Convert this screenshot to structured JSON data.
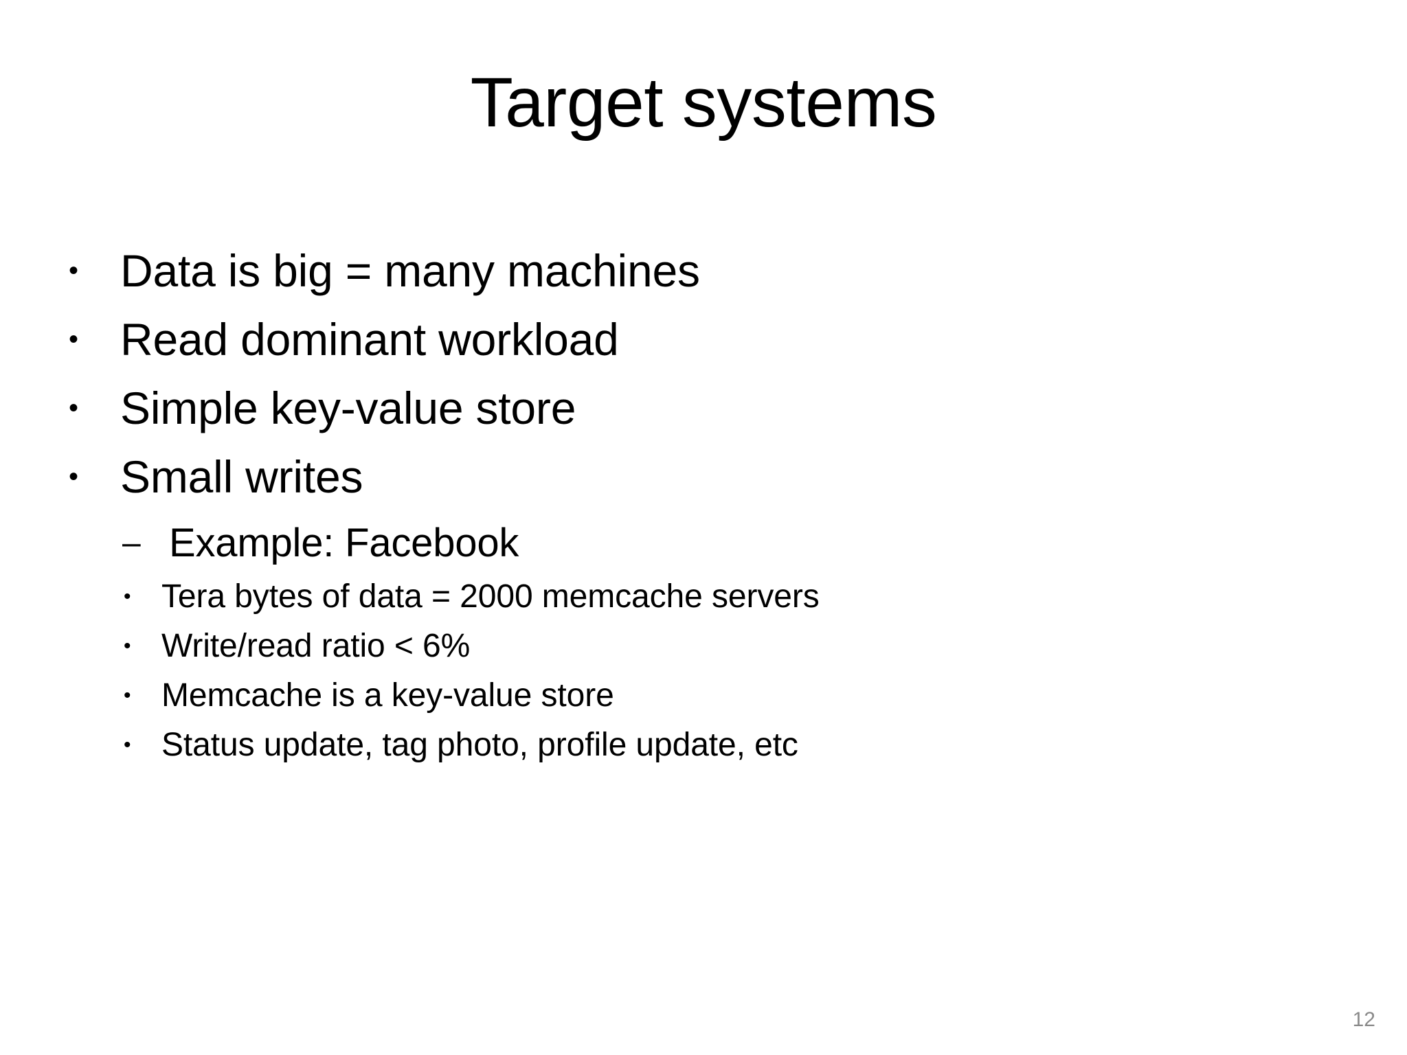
{
  "slide": {
    "title": "Target systems",
    "page_number": "12",
    "background_color": "#ffffff",
    "text_color": "#000000",
    "page_number_color": "#8a8a8a",
    "level1_marker": "•",
    "level2_marker": "–",
    "level3_marker": "•",
    "bullets": [
      {
        "text": "Data is big = many machines"
      },
      {
        "text": "Read dominant workload"
      },
      {
        "text": "Simple key-value store"
      },
      {
        "text": "Small writes"
      }
    ],
    "sub_bullets": [
      {
        "text": "Example: Facebook"
      }
    ],
    "sub_sub_bullets": [
      {
        "text": "Tera bytes of data = 2000 memcache servers"
      },
      {
        "text": "Write/read ratio < 6%"
      },
      {
        "text": "Memcache is a key-value store"
      },
      {
        "text": "Status update, tag photo, profile update, etc"
      }
    ]
  }
}
